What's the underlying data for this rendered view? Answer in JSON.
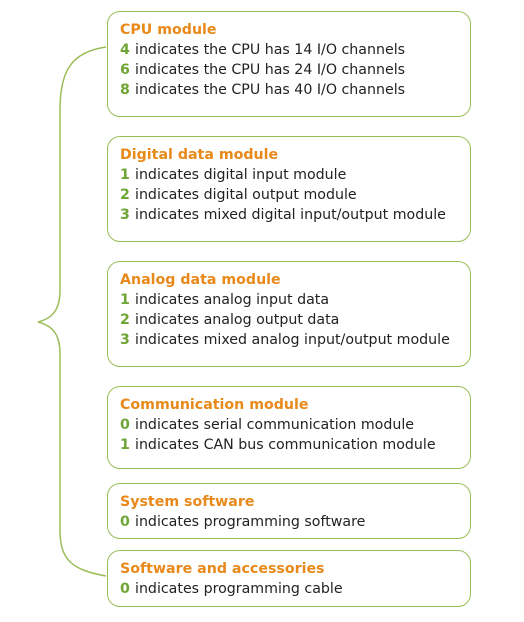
{
  "modules": [
    {
      "title": "CPU module",
      "rows": [
        {
          "code": "4",
          "text": "indicates the CPU has 14 I/O channels"
        },
        {
          "code": "6",
          "text": "indicates the CPU has 24 I/O channels"
        },
        {
          "code": "8",
          "text": "indicates the CPU has 40 I/O channels"
        }
      ]
    },
    {
      "title": "Digital data module",
      "rows": [
        {
          "code": "1",
          "text": "indicates digital input module"
        },
        {
          "code": "2",
          "text": "indicates digital output module"
        },
        {
          "code": "3",
          "text": "indicates mixed digital input/output module"
        }
      ]
    },
    {
      "title": "Analog data module",
      "rows": [
        {
          "code": "1",
          "text": "indicates analog input data"
        },
        {
          "code": "2",
          "text": "indicates analog output data"
        },
        {
          "code": "3",
          "text": "indicates mixed analog input/output module"
        }
      ]
    },
    {
      "title": "Communication module",
      "rows": [
        {
          "code": "0",
          "text": "indicates serial communication module"
        },
        {
          "code": "1",
          "text": "indicates CAN bus communication module"
        }
      ]
    },
    {
      "title": "System software",
      "rows": [
        {
          "code": "0",
          "text": "indicates programming software"
        }
      ]
    },
    {
      "title": "Software and accessories",
      "rows": [
        {
          "code": "0",
          "text": "indicates programming cable"
        }
      ]
    }
  ],
  "colors": {
    "title": "#e8891a",
    "code": "#6fa534",
    "border": "#9bbd58"
  }
}
